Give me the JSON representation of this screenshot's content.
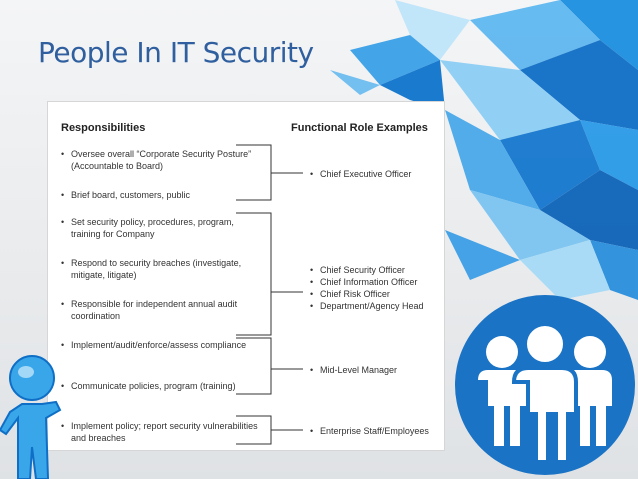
{
  "slide": {
    "title": "People In IT Security",
    "accent_color": "#2f5f9e",
    "circle_color": "#1a73c4"
  },
  "table": {
    "responsibilities_header": "Responsibilities",
    "roles_header": "Functional Role Examples",
    "responsibilities": [
      "Oversee overall “Corporate Security Posture” (Accountable to Board)",
      "Brief board, customers, public",
      "Set security policy, procedures, program, training for Company",
      "Respond to security breaches (investigate, mitigate, litigate)",
      "Responsible for independent annual audit coordination",
      "Implement/audit/enforce/assess compliance",
      "Communicate policies, program (training)",
      "Implement policy; report security vulnerabilities and breaches"
    ],
    "roles": [
      "Chief Executive Officer",
      "Chief Security Officer",
      "Chief Information Officer",
      "Chief Risk Officer",
      "Department/Agency Head",
      "Mid-Level Manager",
      "Enterprise Staff/Employees"
    ]
  },
  "icons": {
    "people_group": "people-group-icon",
    "person_figure": "person-figure-icon"
  }
}
